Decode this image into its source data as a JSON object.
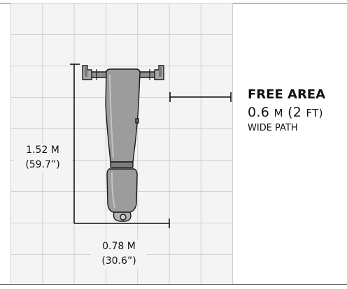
{
  "diagram": {
    "height_label": {
      "value": "1.52 M",
      "imperial": "(59.7”)"
    },
    "width_label": {
      "value": "0.78 M",
      "imperial": "(30.6”)"
    },
    "free_area": {
      "title": "FREE AREA",
      "size_number": "0.6",
      "size_unit": "M",
      "size_paren_open": "(2",
      "size_paren_unit": "FT)",
      "description": "WIDE PATH"
    },
    "colors": {
      "grid_background": "#f4f4f4",
      "grid_lines": "#cfcfcf",
      "equipment_fill": "#9c9c9c",
      "equipment_outline": "#1a1a1a",
      "dimension_lines": "#111111"
    }
  }
}
